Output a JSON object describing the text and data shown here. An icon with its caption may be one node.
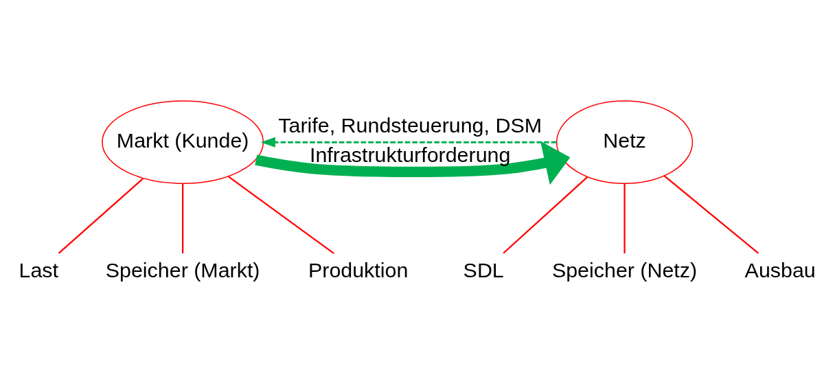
{
  "diagram": {
    "nodes": [
      {
        "text": [
          "Markt (Kunde)"
        ]
      },
      {
        "text": [
          "Netz"
        ]
      },
      {
        "text": [
          "Last"
        ]
      },
      {
        "text": [
          "Speicher (Markt)"
        ]
      },
      {
        "text": [
          "Produktion"
        ]
      },
      {
        "text": [
          "SDL"
        ]
      },
      {
        "text": [
          "Speicher (Netz)"
        ]
      },
      {
        "text": [
          "Ausbau"
        ]
      }
    ],
    "edges": [
      {
        "from": 1,
        "to": 0,
        "arrow": "to",
        "label": "Tarife, Rundsteuerung, DSM",
        "style": "dashed",
        "color": "#00b050"
      },
      {
        "from": 0,
        "to": 1,
        "arrow": "to",
        "label": "Infrastrukturforderung",
        "style": "thick",
        "color": "#00b050"
      },
      {
        "from": 0,
        "to": 2,
        "arrow": "none"
      },
      {
        "from": 0,
        "to": 3,
        "arrow": "none"
      },
      {
        "from": 0,
        "to": 4,
        "arrow": "none"
      },
      {
        "from": 1,
        "to": 5,
        "arrow": "none"
      },
      {
        "from": 1,
        "to": 6,
        "arrow": "none"
      },
      {
        "from": 1,
        "to": 7,
        "arrow": "none"
      }
    ]
  }
}
